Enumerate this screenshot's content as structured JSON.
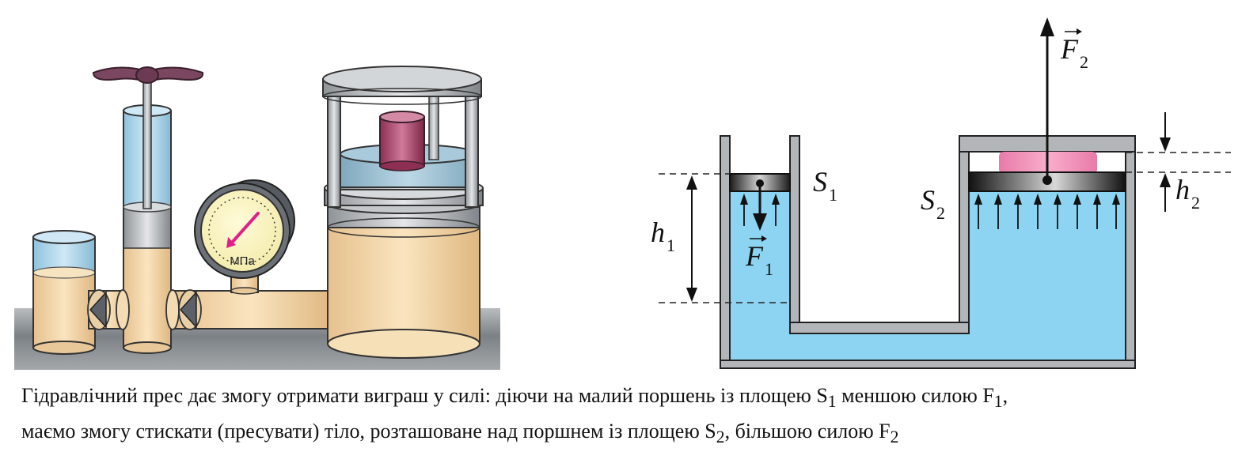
{
  "gauge": {
    "unit": "МПа"
  },
  "diagram": {
    "labels": {
      "s1": {
        "main": "S",
        "sub": "1"
      },
      "s2": {
        "main": "S",
        "sub": "2"
      },
      "h1": {
        "main": "h",
        "sub": "1"
      },
      "h2": {
        "main": "h",
        "sub": "2"
      },
      "f1": {
        "main": "F",
        "sub": "1"
      },
      "f2": {
        "main": "F",
        "sub": "2"
      }
    }
  },
  "caption": {
    "line1": {
      "p1": "Гідравлічний прес дає змогу отримати виграш у силі: діючи на малий поршень із площею S",
      "s1": "1",
      "p2": " меншою силою F",
      "s2": "1",
      "p3": ","
    },
    "line2": {
      "p1": "маємо змогу стискати (пресувати) тіло, розташоване над поршнем із площею S",
      "s1": "2",
      "p2": ", більшою силою F",
      "s2": "2"
    }
  },
  "colors": {
    "water": "#8dd4f2",
    "oil": "#f2d5a8",
    "piston_dark": "#2b2b2b",
    "pink": "#f28cb8",
    "gauge_needle": "#e0208a",
    "weight": "#a44a6c",
    "ground": "#8a8f93"
  }
}
